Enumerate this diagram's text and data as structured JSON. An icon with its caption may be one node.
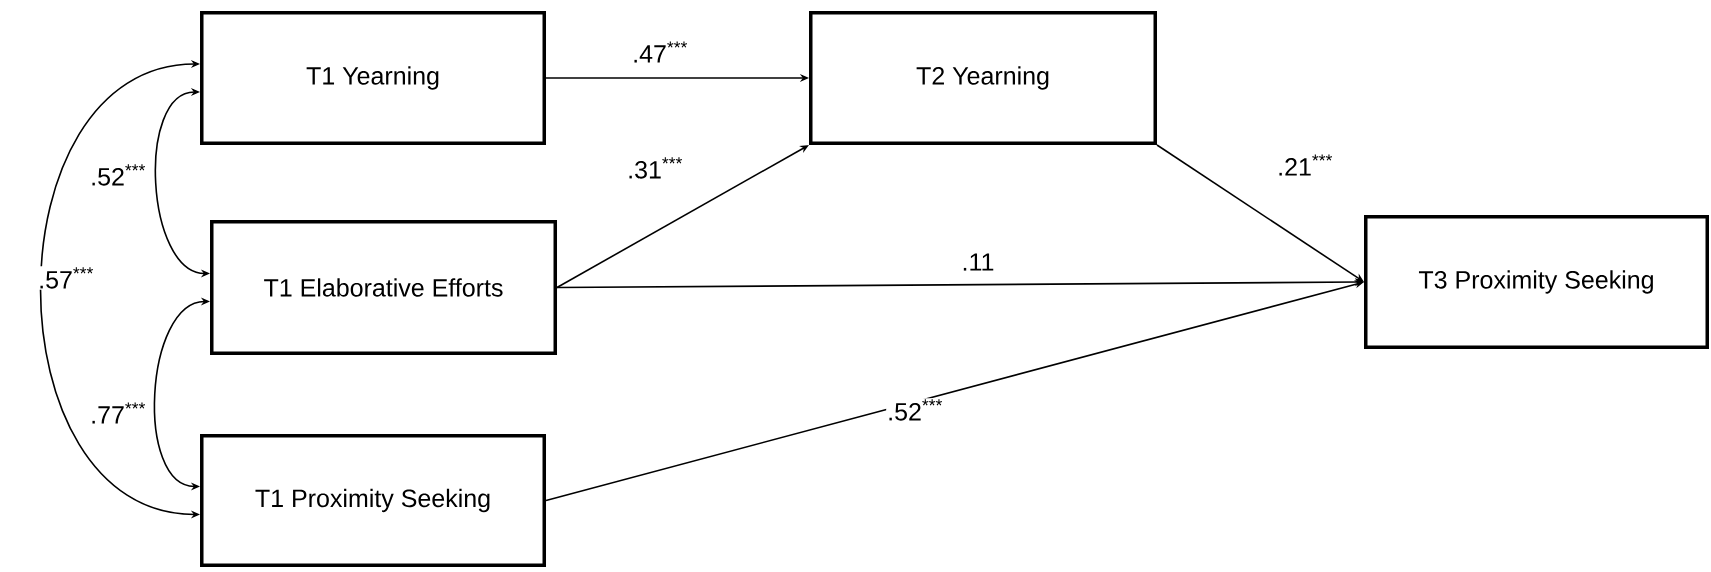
{
  "diagram": {
    "nodes": [
      {
        "text": [
          "T1 Yearning"
        ]
      },
      {
        "text": [
          "T2 Yearning"
        ]
      },
      {
        "text": [
          "T1 Elaborative Efforts"
        ]
      },
      {
        "text": [
          "T1 Proximity Seeking"
        ]
      },
      {
        "text": [
          "T3 Proximity Seeking"
        ]
      }
    ],
    "edges": [
      {
        "from": 0,
        "to": 1,
        "arrow": "to",
        "label": ".47$^{***}$"
      },
      {
        "from": 2,
        "to": 1,
        "arrow": "to",
        "label": ".31$^{***}$"
      },
      {
        "from": 1,
        "to": 4,
        "arrow": "to",
        "label": ".21$^{***}$"
      },
      {
        "from": 2,
        "to": 4,
        "arrow": "to",
        "label": ".11"
      },
      {
        "from": 3,
        "to": 4,
        "arrow": "to",
        "label": ".52$^{***}$"
      },
      {
        "from": 0,
        "to": 2,
        "arrow": "both",
        "label": ".52$^{***}$"
      },
      {
        "from": 2,
        "to": 3,
        "arrow": "both",
        "label": ".77$^{***}$"
      },
      {
        "from": 0,
        "to": 3,
        "arrow": "both",
        "label": ".57$^{***}$"
      }
    ]
  }
}
